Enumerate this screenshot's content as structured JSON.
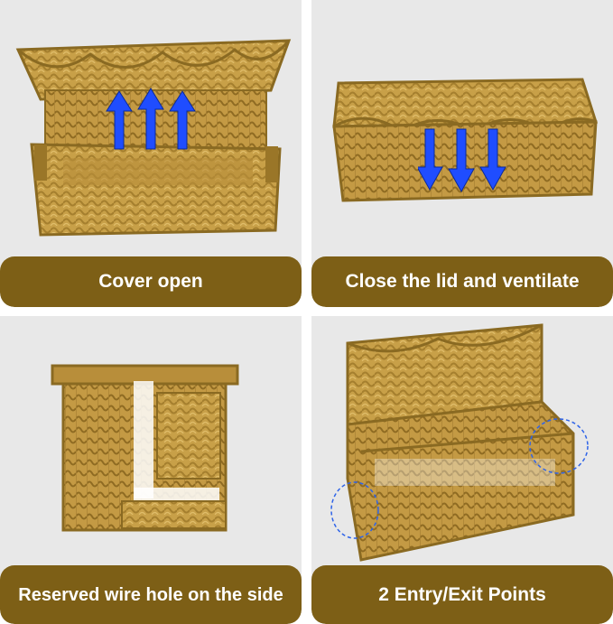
{
  "panels": [
    {
      "caption": "Cover open",
      "image": "wicker-basket-lid-open-with-up-arrows"
    },
    {
      "caption": "Close the lid and ventilate",
      "image": "wicker-basket-lid-closed-with-down-arrows"
    },
    {
      "caption": "Reserved wire hole on the side",
      "image": "wicker-basket-side-view-wire-hole"
    },
    {
      "caption": "2 Entry/Exit Points",
      "image": "wicker-basket-open-with-circled-side-openings"
    }
  ],
  "colors": {
    "caption_bg": "#7d5f16",
    "panel_bg": "#e8e8e8",
    "wicker": "#c8a048",
    "wicker_dark": "#9a7628",
    "arrow": "#1f4dff"
  },
  "icons": {
    "up_arrow": "arrow-up-icon",
    "down_arrow": "arrow-down-icon",
    "dashed_circle": "dashed-circle-icon"
  }
}
